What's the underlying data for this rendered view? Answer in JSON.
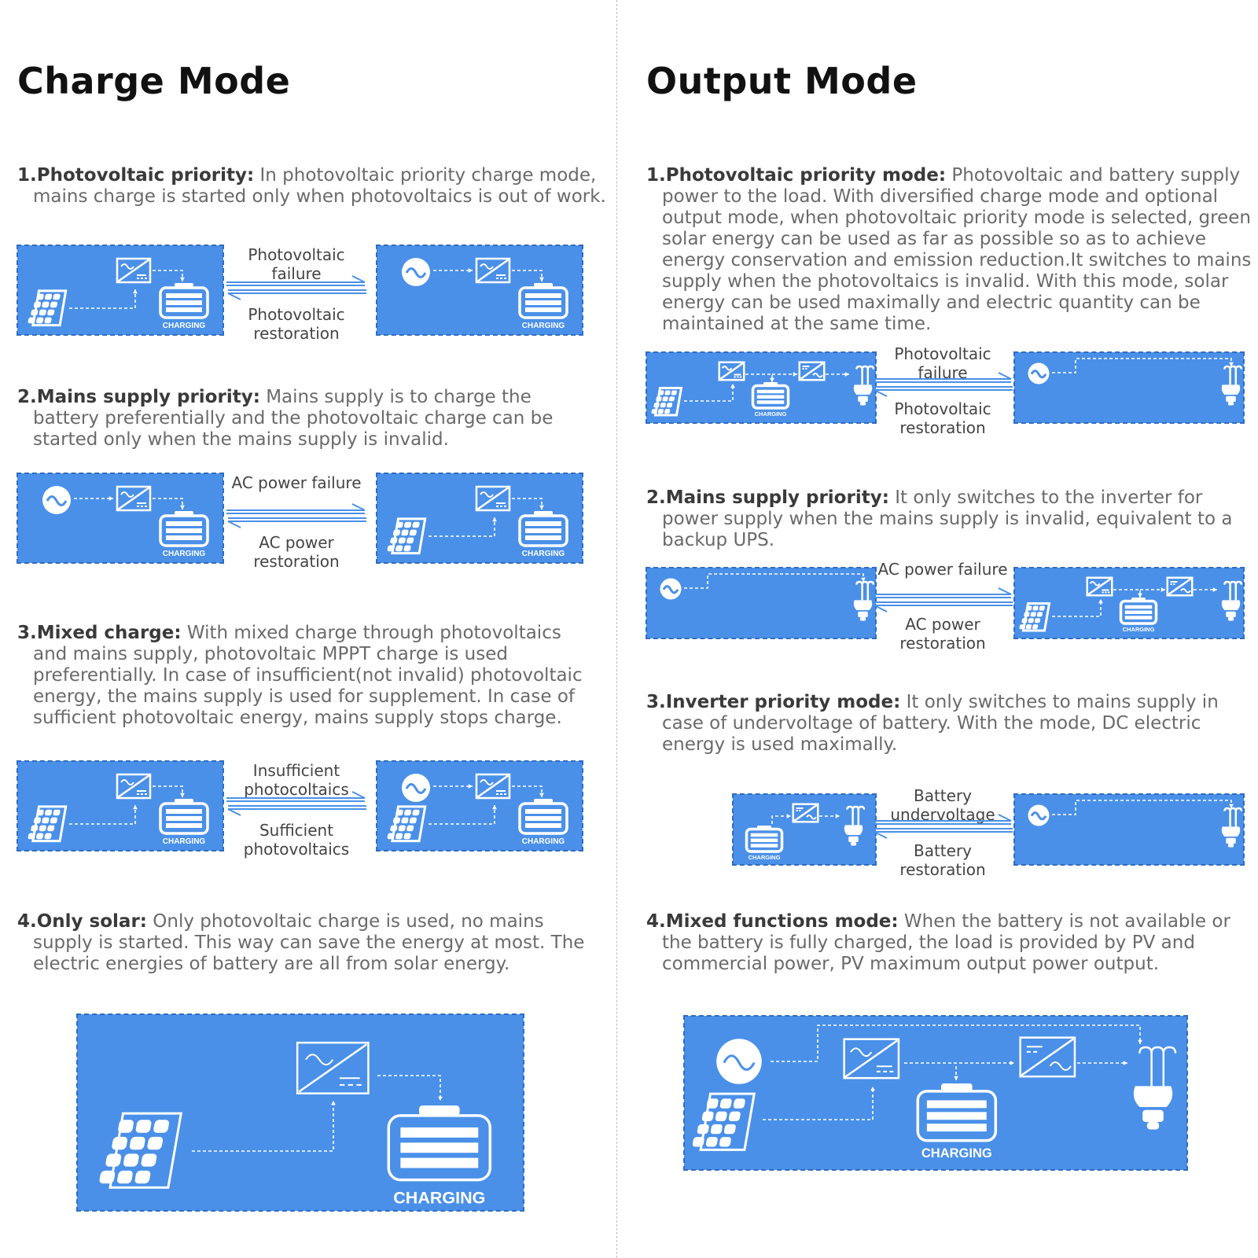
{
  "charge_mode": {
    "title": "Charge Mode",
    "sections": [
      {
        "num": "1.",
        "heading": "Photovoltaic priority:",
        "text": " In photovoltaic priority charge mode, mains charge is started only when photovoltaics is out of work.",
        "switch_top": "Photovoltaic failure",
        "switch_bottom": "Photovoltaic restoration"
      },
      {
        "num": "2.",
        "heading": "Mains supply priority:",
        "text": " Mains supply is to charge the battery preferentially and the photovoltaic charge can be started only when the mains supply is invalid.",
        "switch_top": "AC power failure",
        "switch_bottom": "AC power restoration"
      },
      {
        "num": "3.",
        "heading": "Mixed charge:",
        "text": " With mixed charge through photovoltaics and mains supply, photovoltaic MPPT charge is used preferentially. In case of insufficient(not invalid) photovoltaic energy, the mains supply is used for supplement. In case of sufficient photovoltaic energy, mains supply stops charge.",
        "switch_top": "Insufficient photocoltaics",
        "switch_bottom": "Sufficient photovoltaics"
      },
      {
        "num": "4.",
        "heading": "Only solar:",
        "text": " Only photovoltaic charge is used, no mains supply is started. This way can save the energy at most. The electric energies of battery are all from solar energy."
      }
    ]
  },
  "output_mode": {
    "title": "Output Mode",
    "sections": [
      {
        "num": "1.",
        "heading": "Photovoltaic priority mode:",
        "text": " Photovoltaic and battery supply power to the load. With diversified charge mode and optional output mode, when photovoltaic priority mode is selected, green solar energy can be used as far as possible so as to achieve energy conservation and emission reduction.It switches to mains supply when the photovoltaics is invalid. With this mode, solar energy can be used maximally and electric quantity can be maintained at the same time.",
        "switch_top": "Photovoltaic failure",
        "switch_bottom": "Photovoltaic restoration"
      },
      {
        "num": "2.",
        "heading": "Mains supply priority:",
        "text": " It only switches to the inverter for power supply when the mains supply is invalid, equivalent to a backup UPS.",
        "switch_top": "AC power failure",
        "switch_bottom": "AC power restoration"
      },
      {
        "num": "3.",
        "heading": "Inverter priority mode:",
        "text": " It only switches to mains supply in case of undervoltage of battery. With the mode, DC electric energy is used maximally.",
        "switch_top": "Battery undervoltage",
        "switch_bottom": "Battery restoration"
      },
      {
        "num": "4.",
        "heading": "Mixed functions mode:",
        "text": " When the battery is not available or the battery is fully charged, the load is provided by PV and commercial power, PV maximum output power output."
      }
    ]
  },
  "battery_label": "CHARGING",
  "icons": [
    "solar-panel-icon",
    "inverter-icon",
    "battery-icon",
    "ac-mains-icon",
    "light-bulb-icon",
    "dc-converter-icon"
  ],
  "colors": {
    "panel": "#4a90e8",
    "panel_border": "#2f6cc4",
    "icon": "#ffffff",
    "title": "#111111",
    "text": "#6a6a6a",
    "heading": "#3a3a3a",
    "arrow": "#4a90e8"
  }
}
